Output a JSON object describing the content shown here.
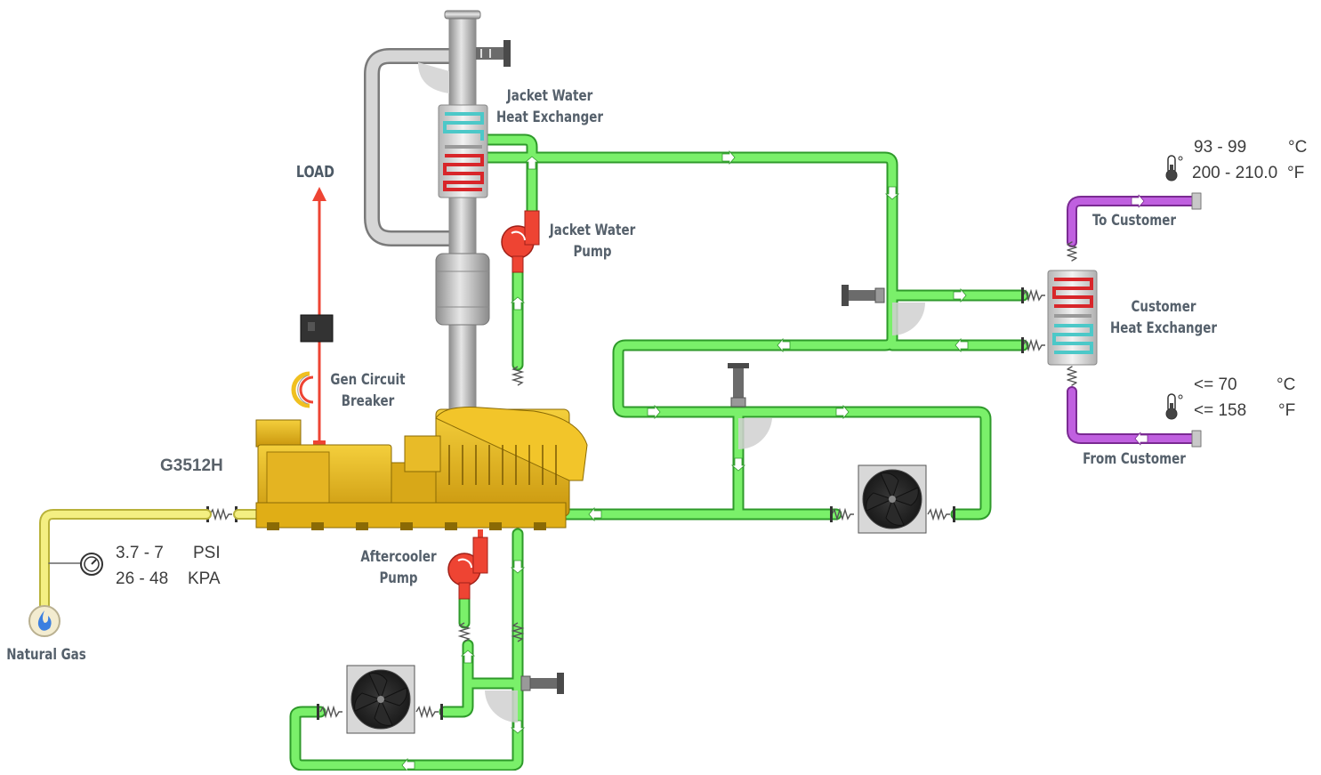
{
  "labels": {
    "load": "LOAD",
    "jacket_water_hx_line1": "Jacket Water",
    "jacket_water_hx_line2": "Heat Exchanger",
    "jacket_water_pump_line1": "Jacket Water",
    "jacket_water_pump_line2": "Pump",
    "gen_breaker_line1": "Gen Circuit",
    "gen_breaker_line2": "Breaker",
    "model": "G3512H",
    "aftercooler_pump_line1": "Aftercooler",
    "aftercooler_pump_line2": "Pump",
    "natural_gas": "Natural Gas",
    "to_customer": "To Customer",
    "from_customer": "From Customer",
    "customer_hx_line1": "Customer",
    "customer_hx_line2": "Heat Exchanger"
  },
  "gas_pressure": {
    "psi_value": "3.7 - 7",
    "psi_unit": "PSI",
    "kpa_value": "26 - 48",
    "kpa_unit": "KPA"
  },
  "supply_temperature": {
    "c_value": "93 - 99",
    "c_unit": "°C",
    "f_value": "200 - 210.0",
    "f_unit": "°F"
  },
  "return_temperature": {
    "c_value": "<= 70",
    "c_unit": "°C",
    "f_value": "<= 158",
    "f_unit": "°F"
  },
  "colors": {
    "cooling_loop": "#66ee55",
    "gas_line": "#f2ee7a",
    "customer_loop": "#b04ccf",
    "electrical": "#ee4433",
    "exhaust": "#b8b8b8",
    "engine": "#e8b81c"
  }
}
